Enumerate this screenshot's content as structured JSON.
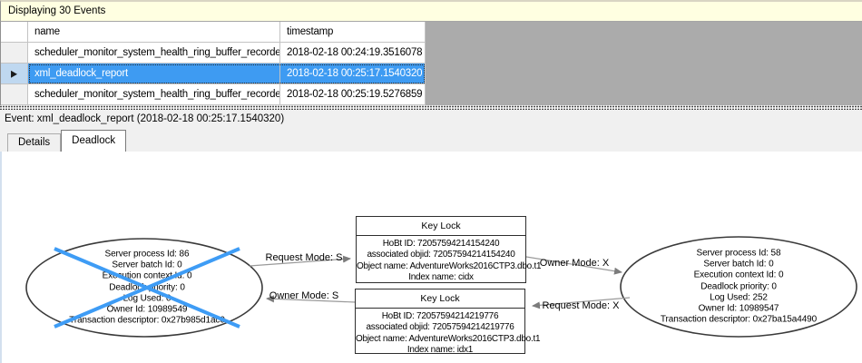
{
  "window": {
    "header_title": "Displaying 30 Events"
  },
  "events_table": {
    "columns": [
      {
        "label": "name"
      },
      {
        "label": "timestamp"
      }
    ],
    "rows": [
      {
        "name": "scheduler_monitor_system_health_ring_buffer_recorded",
        "timestamp": "2018-02-18 00:24:19.3516078"
      },
      {
        "name": "xml_deadlock_report",
        "timestamp": "2018-02-18 00:25:17.1540320"
      },
      {
        "name": "scheduler_monitor_system_health_ring_buffer_recorded",
        "timestamp": "2018-02-18 00:25:19.5276859"
      }
    ],
    "selected_row_index": 1
  },
  "event_bar": {
    "label": "Event: xml_deadlock_report (2018-02-18 00:25:17.1540320)"
  },
  "tabs": {
    "details": "Details",
    "deadlock": "Deadlock",
    "active": "Deadlock"
  },
  "deadlock_graph": {
    "victim_process": {
      "lines": [
        "Server process Id: 86",
        "Server batch Id: 0",
        "Execution context Id: 0",
        "Deadlock priority: 0",
        "Log Used: 0",
        "Owner Id: 10989549",
        "Transaction descriptor: 0x27b985d1ac0"
      ]
    },
    "other_process": {
      "lines": [
        "Server process Id: 58",
        "Server batch Id: 0",
        "Execution context Id: 0",
        "Deadlock priority: 0",
        "Log Used: 252",
        "Owner Id: 10989547",
        "Transaction descriptor: 0x27ba15a4490"
      ]
    },
    "top_resource": {
      "title": "Key Lock",
      "lines": [
        "HoBt ID: 72057594214154240",
        "associated objid: 72057594214154240",
        "Object name: AdventureWorks2016CTP3.dbo.t1",
        "Index name: cidx"
      ]
    },
    "bottom_resource": {
      "title": "Key Lock",
      "lines": [
        "HoBt ID: 72057594214219776",
        "associated objid: 72057594214219776",
        "Object name: AdventureWorks2016CTP3.dbo.t1",
        "Index name: idx1"
      ]
    },
    "edge_labels": {
      "request_s": "Request Mode: S",
      "owner_s": "Owner Mode: S",
      "owner_x": "Owner Mode: X",
      "request_x": "Request Mode: X"
    }
  },
  "colors": {
    "header_yellow": "#FFFFE1",
    "selection_blue": "#3E9BF2",
    "victim_cross_blue": "#3E9CF5",
    "grid_filler_gray": "#ABABAB",
    "edge_gray": "#9A9A9A"
  }
}
